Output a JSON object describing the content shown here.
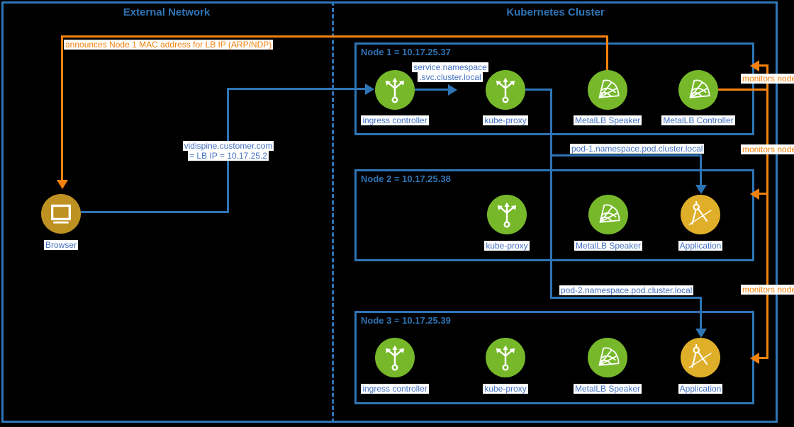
{
  "sections": {
    "external": {
      "title": "External Network"
    },
    "cluster": {
      "title": "Kubernetes Cluster"
    }
  },
  "nodes": [
    {
      "title": "Node 1 = 10.17.25.37",
      "components": [
        "ingress controller",
        "kube-proxy",
        "MetalLB Speaker",
        "MetalLB Controller"
      ]
    },
    {
      "title": "Node 2 = 10.17.25.38",
      "components": [
        "kube-proxy",
        "MetalLB Speaker",
        "Application"
      ]
    },
    {
      "title": "Node 3 = 10.17.25.39",
      "components": [
        "ingress controller",
        "kube-proxy",
        "MetalLB Speaker",
        "Application"
      ]
    }
  ],
  "browser": {
    "label": "Browser"
  },
  "edges": {
    "announce": "announces Node 1 MAC address for LB IP (ARP/NDP)",
    "vidispine1": "vidispine.customer.com",
    "vidispine2": "= LB IP = 10.17.25.2",
    "service1": "service.namespace",
    "service2": ".svc.cluster.local",
    "pod1": "pod-1.namespace.pod.cluster.local",
    "pod2": "pod-2.namespace.pod.cluster.local",
    "monitors": "monitors node"
  },
  "colors": {
    "line_blue": "#2E75B6",
    "title_blue": "#2E74B5",
    "label_blue": "#4472C4",
    "line_orange": "#F5820C",
    "component_green": "#76B82A",
    "application_gold": "#E0AF2A",
    "browser_gold": "#BE9222",
    "chip_background": "#FFFFFF",
    "background": "#000000"
  }
}
